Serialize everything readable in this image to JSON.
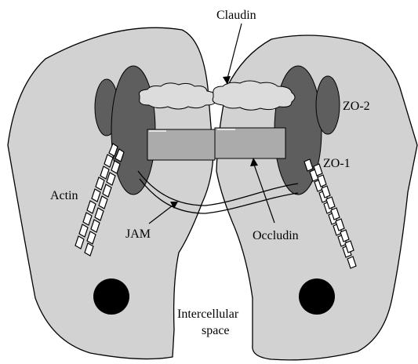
{
  "labels": {
    "claudin": "Claudin",
    "zo2": "ZO-2",
    "zo1": "ZO-1",
    "actin": "Actin",
    "jam": "JAM",
    "occludin": "Occludin",
    "intercellular_line1": "Intercellular",
    "intercellular_line2": "space"
  },
  "colors": {
    "cell": "#d2d2d2",
    "plaque": "#5e5e5e",
    "occludin_block": "#ababab",
    "claudin_cloud": "#dcdcdc",
    "nucleus": "#000000",
    "outline": "#000000"
  }
}
